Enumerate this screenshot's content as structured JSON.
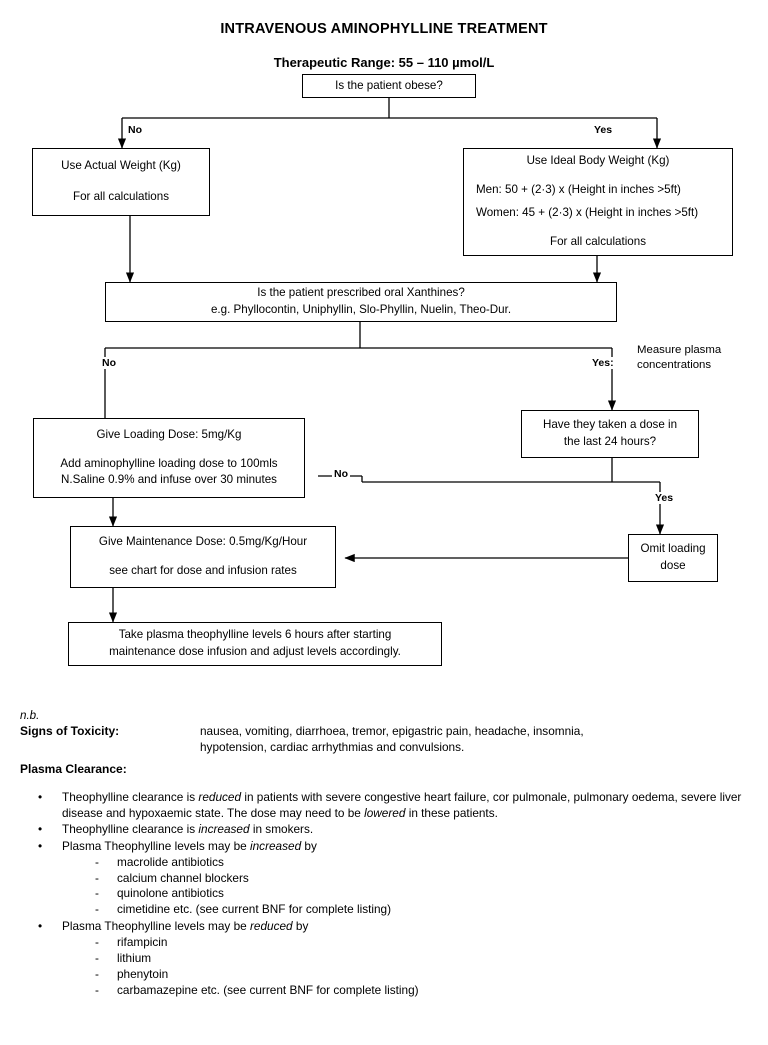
{
  "header": {
    "title": "INTRAVENOUS AMINOPHYLLINE TREATMENT",
    "subtitle": "Therapeutic Range:  55 – 110 µmol/L"
  },
  "flowchart": {
    "nodes": {
      "obese": {
        "line1": "Is the patient obese?"
      },
      "actual_weight": {
        "line1": "Use Actual Weight (Kg)",
        "line2": "For all calculations"
      },
      "ideal_weight": {
        "line1": "Use Ideal Body Weight (Kg)",
        "line2": "Men:  50 + (2·3) x (Height in inches >5ft)",
        "line3": "Women: 45 + (2·3) x (Height in inches >5ft)",
        "line4": "For all calculations"
      },
      "xanthines": {
        "line1": "Is the patient prescribed oral Xanthines?",
        "line2": "e.g. Phyllocontin, Uniphyllin, Slo-Phyllin, Nuelin, Theo-Dur."
      },
      "dose_24h": {
        "line1": "Have they taken a dose in",
        "line2": "the last 24 hours?"
      },
      "loading_dose": {
        "line1": "Give Loading Dose: 5mg/Kg",
        "line2": "Add aminophylline loading dose to 100mls",
        "line3": "N.Saline 0.9% and infuse over 30 minutes"
      },
      "maintenance_dose": {
        "line1": "Give Maintenance Dose: 0.5mg/Kg/Hour",
        "line2": "see chart for dose and infusion rates"
      },
      "omit_loading": {
        "line1": "Omit loading",
        "line2": "dose"
      },
      "take_levels": {
        "line1": "Take plasma theophylline levels 6 hours after starting",
        "line2": "maintenance dose infusion and adjust levels accordingly."
      }
    },
    "edge_labels": {
      "obese_no": "No",
      "obese_yes": "Yes",
      "xanthines_no": "No",
      "xanthines_yes": "Yes:",
      "dose24_no": "No",
      "dose24_yes": "Yes"
    },
    "annotations": {
      "measure_plasma_line1": "Measure plasma",
      "measure_plasma_line2": "concentrations"
    }
  },
  "notes": {
    "nb": "n.b.",
    "toxicity_label": "Signs of Toxicity:",
    "toxicity_line1": "nausea, vomiting, diarrhoea, tremor, epigastric pain, headache, insomnia,",
    "toxicity_line2": "hypotension, cardiac arrhythmias and convulsions.",
    "clearance_label": "Plasma Clearance:",
    "bullets": [
      {
        "segments": [
          {
            "text": "Theophylline clearance is ",
            "italic": false
          },
          {
            "text": "reduced",
            "italic": true
          },
          {
            "text": " in patients with severe congestive heart failure, cor pulmonale, pulmonary oedema, severe liver disease and hypoxaemic state.  The dose may need to be ",
            "italic": false
          },
          {
            "text": "lowered",
            "italic": true
          },
          {
            "text": " in these patients.",
            "italic": false
          }
        ],
        "sub_items": []
      },
      {
        "segments": [
          {
            "text": "Theophylline clearance is ",
            "italic": false
          },
          {
            "text": "increased",
            "italic": true
          },
          {
            "text": " in smokers.",
            "italic": false
          }
        ],
        "sub_items": []
      },
      {
        "segments": [
          {
            "text": "Plasma Theophylline levels may be ",
            "italic": false
          },
          {
            "text": "increased",
            "italic": true
          },
          {
            "text": " by",
            "italic": false
          }
        ],
        "sub_items": [
          "macrolide antibiotics",
          "calcium channel blockers",
          "quinolone antibiotics",
          "cimetidine   etc. (see current BNF for complete listing)"
        ]
      },
      {
        "segments": [
          {
            "text": "Plasma Theophylline levels may be ",
            "italic": false
          },
          {
            "text": "reduced",
            "italic": true
          },
          {
            "text": " by",
            "italic": false
          }
        ],
        "sub_items": [
          "rifampicin",
          "lithium",
          "phenytoin",
          "carbamazepine   etc. (see current BNF for complete listing)"
        ]
      }
    ],
    "bullet_marker": "•",
    "sub_marker": "-"
  }
}
